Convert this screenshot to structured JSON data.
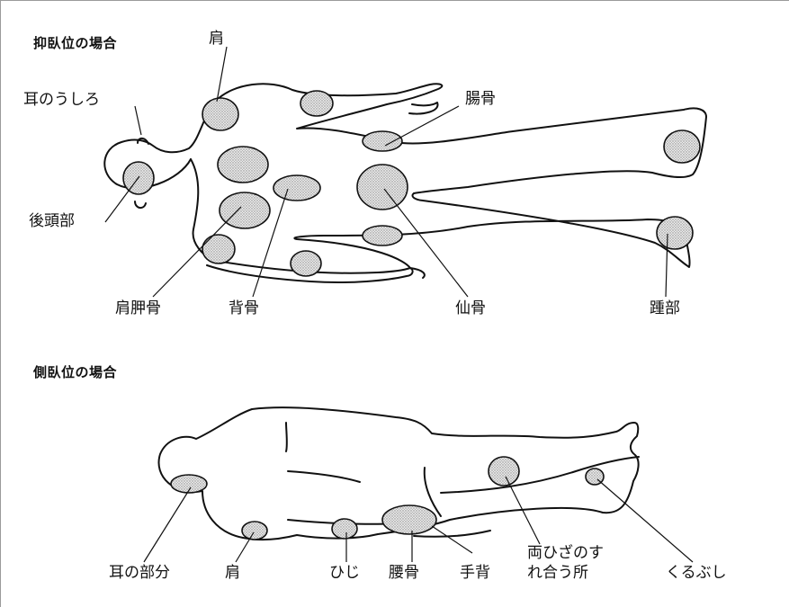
{
  "sections": {
    "supine": {
      "title": "抑臥位の場合",
      "labels": {
        "shoulder": "肩",
        "ear_behind": "耳のうしろ",
        "ilium": "腸骨",
        "occiput": "後頭部",
        "scapula": "肩胛骨",
        "spine": "背骨",
        "sacrum": "仙骨",
        "heel": "踵部"
      }
    },
    "lateral": {
      "title": "側臥位の場合",
      "labels": {
        "ear": "耳の部分",
        "shoulder": "肩",
        "elbow": "ひじ",
        "hip": "腰骨",
        "hand_back": "手背",
        "knees_line1": "両ひざのす",
        "knees_line2": "れ合う所",
        "ankle": "くるぶし"
      }
    }
  },
  "colors": {
    "line": "#111111",
    "spot": "#cfcfcf",
    "frame": "#9a9a9a"
  }
}
